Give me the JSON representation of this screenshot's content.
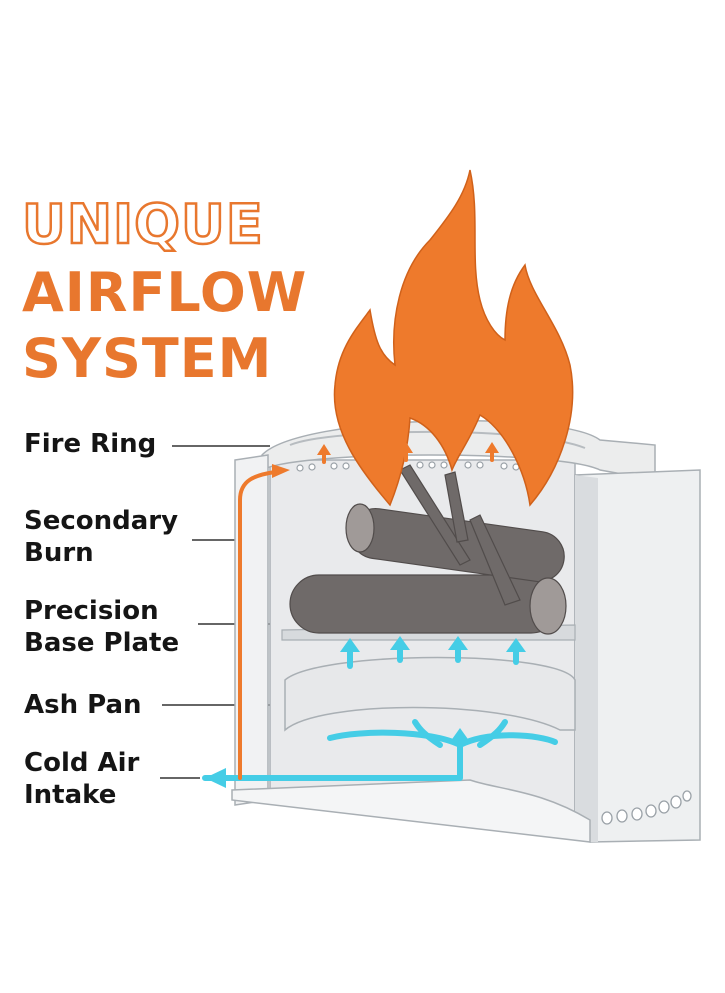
{
  "title": {
    "line1": "UNIQUE",
    "line2": "AIRFLOW",
    "line3": "SYSTEM"
  },
  "labels": {
    "fire_ring": "Fire Ring",
    "secondary_burn": [
      "Secondary",
      "Burn"
    ],
    "precision_base_plate": [
      "Precision",
      "Base Plate"
    ],
    "ash_pan": "Ash Pan",
    "cold_air_intake": [
      "Cold Air",
      "Intake"
    ]
  },
  "colors": {
    "flame": "#ee7a2c",
    "hot_air": "#ee7a2c",
    "cold_air": "#45cde6",
    "steel": "#e6e7ea",
    "logs": "#6f6a69",
    "text": "#151515"
  }
}
